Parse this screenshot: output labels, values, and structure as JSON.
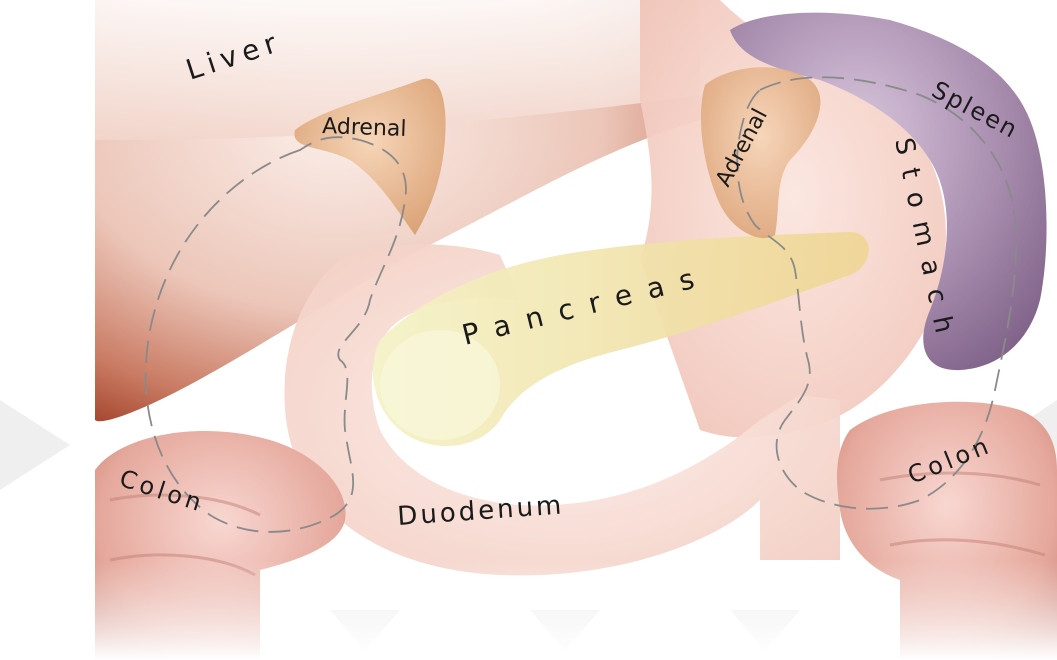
{
  "diagram": {
    "labels": {
      "liver": "Liver",
      "adrenal_left": "Adrenal",
      "adrenal_right": "Adrenal",
      "spleen": "Spleen",
      "stomach": "Stomach",
      "pancreas": "Pancreas",
      "duodenum": "Duodenum",
      "colon_left": "Colon",
      "colon_right": "Colon"
    },
    "colors": {
      "liver": "#d9a79a",
      "liver_dark": "#b4563e",
      "adrenal": "#e8b88e",
      "spleen": "#9b7fa0",
      "stomach": "#f3cfc6",
      "pancreas": "#f1dc9a",
      "duodenum": "#f6d8d0",
      "colon": "#e9a9a0",
      "dashed_outline": "#8a8a8a"
    },
    "watermark_shape": "grey-triangles-strip"
  }
}
